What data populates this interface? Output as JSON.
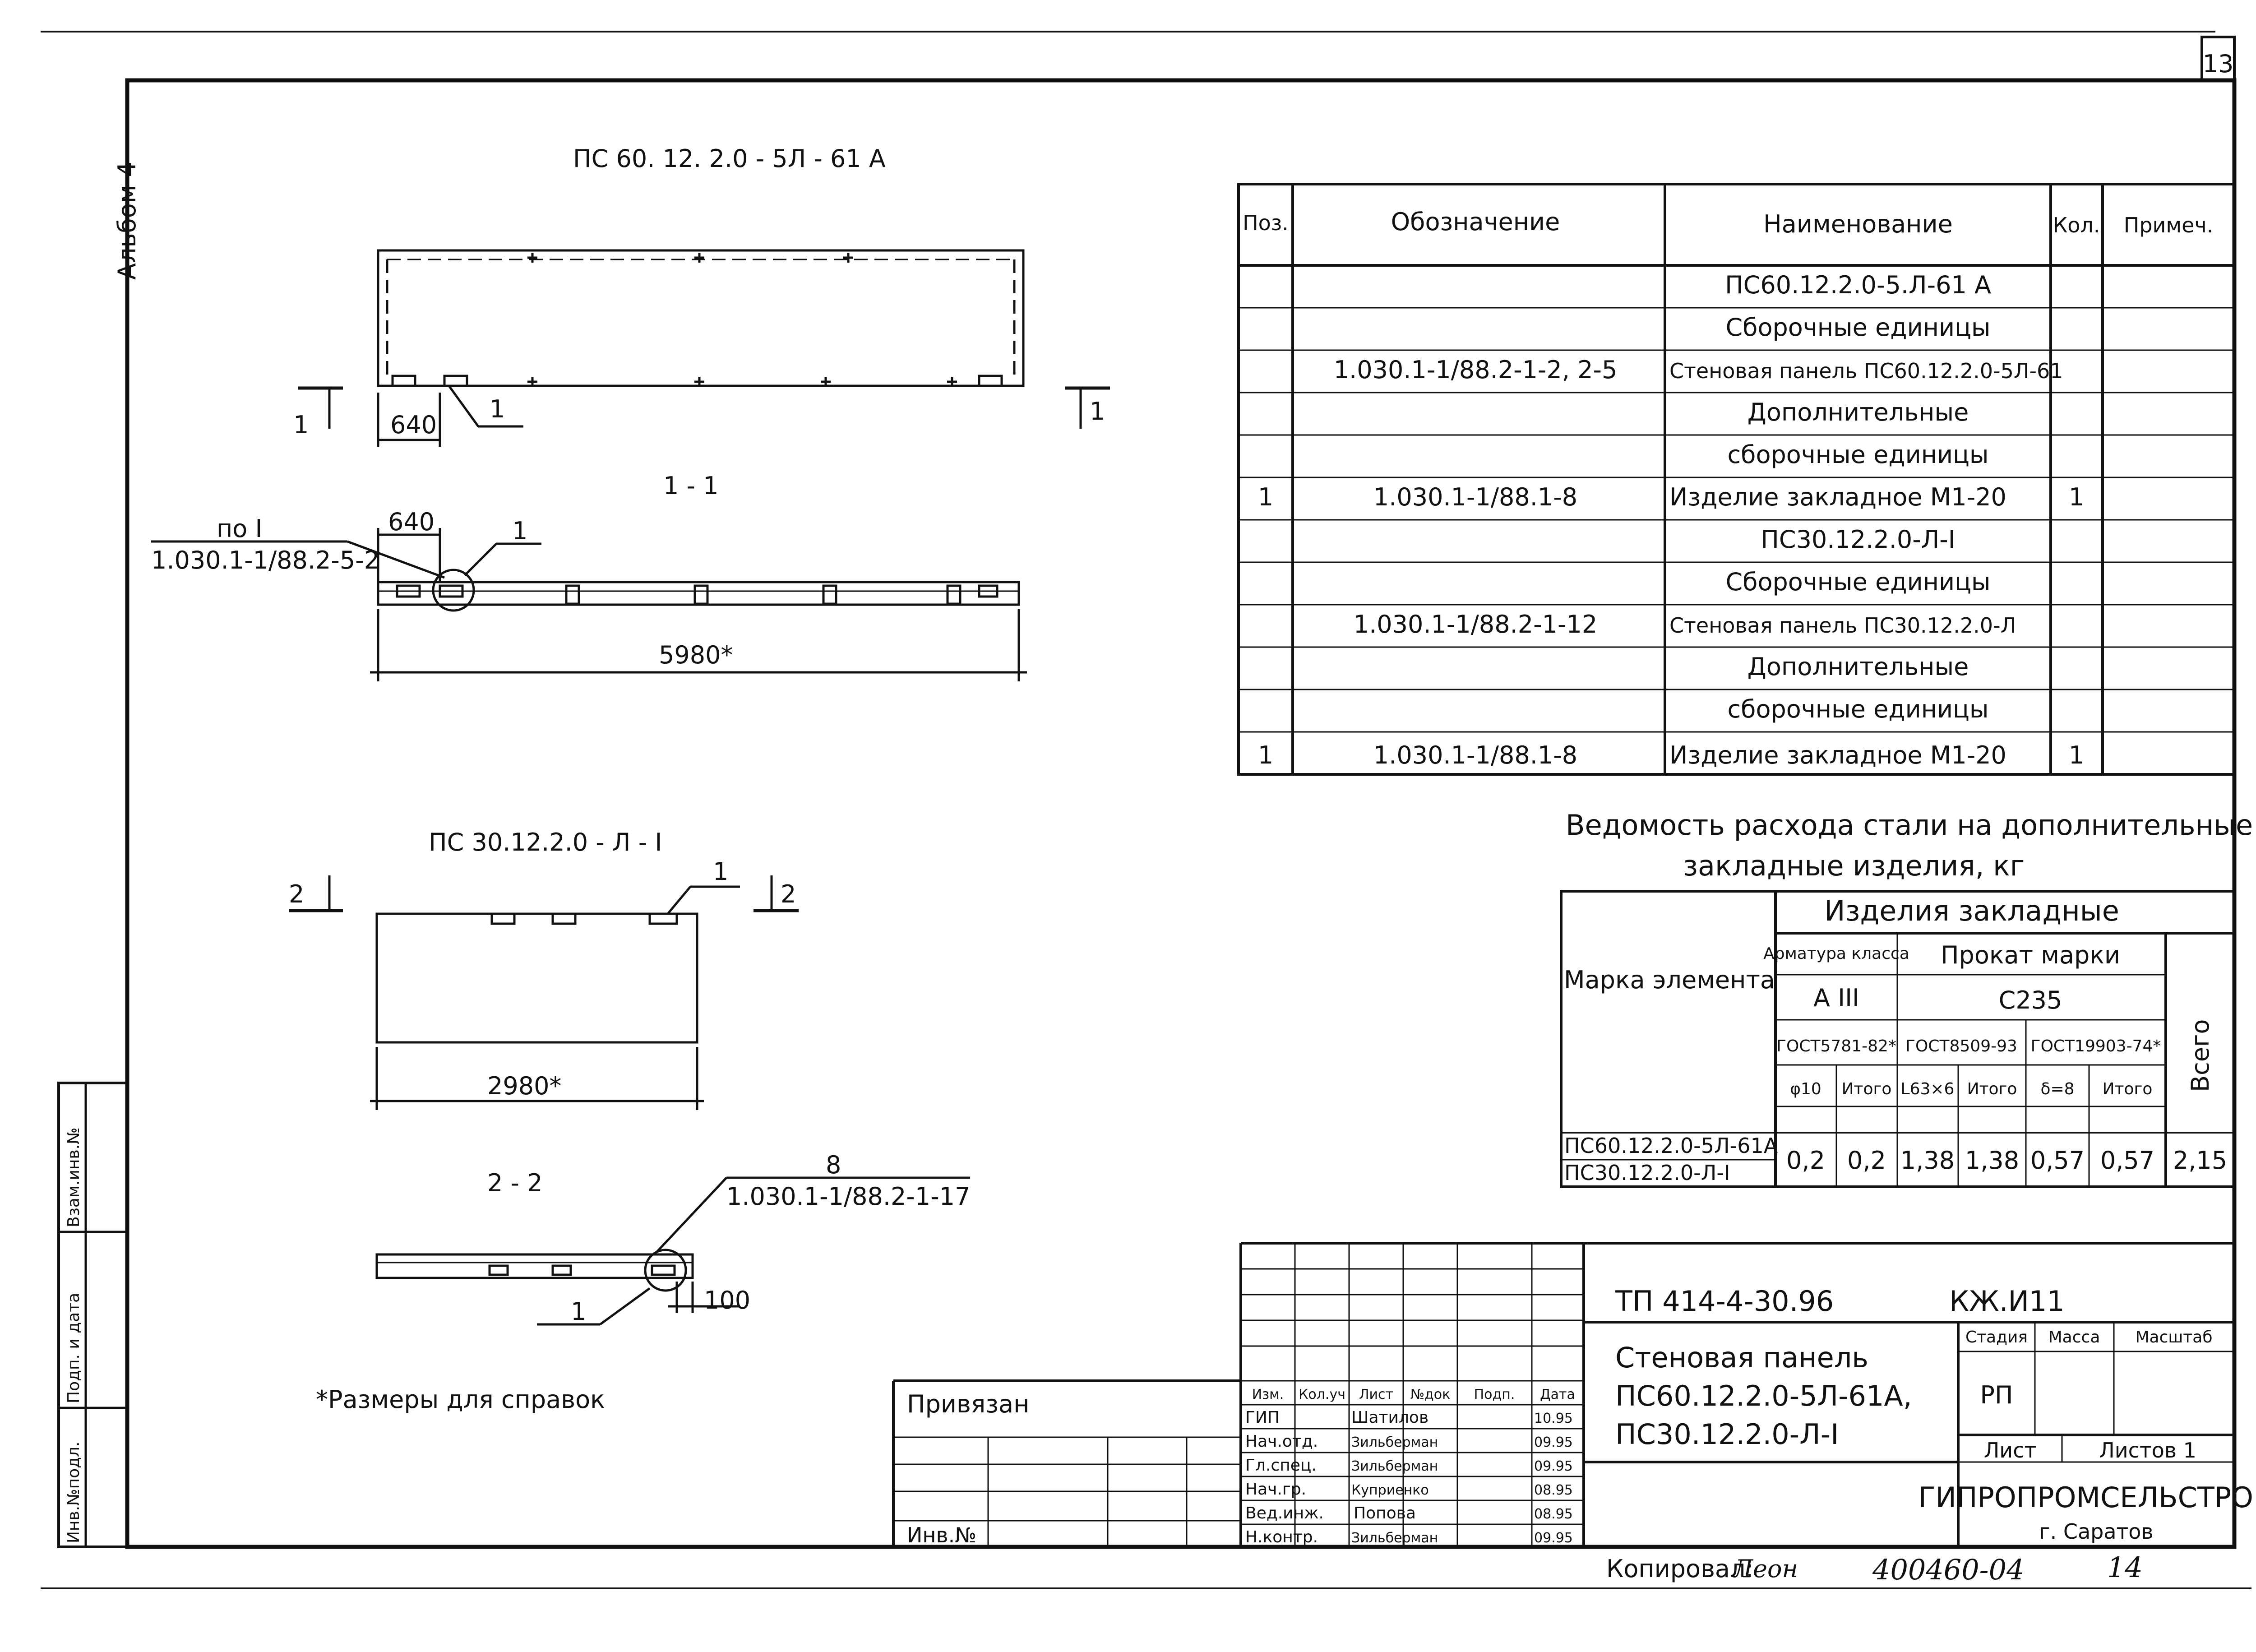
{
  "sheet": {
    "page_number": "13",
    "album": "Альбом 4"
  },
  "side_stamp": {
    "labels": [
      "Взам.инв.№",
      "Подп. и дата",
      "Инв.№подл."
    ]
  },
  "drawing1": {
    "title": "ПС 60. 12. 2.0 - 5Л - 61 А",
    "dim_640a": "640",
    "pos_marker": "1",
    "section_left": "1",
    "section_right": "1",
    "section_label": "1 - 1",
    "ref_top": "по I",
    "ref_bottom": "1.030.1-1/88.2-5-2",
    "dim_640b": "640",
    "pos_marker2": "1",
    "overall_length": "5980*"
  },
  "drawing2": {
    "title": "ПС 30.12.2.0 - Л - I",
    "section_left": "2",
    "section_right": "2",
    "pos_marker": "1",
    "overall_length": "2980*",
    "section_label": "2 - 2",
    "ref_number": "8",
    "ref_code": "1.030.1-1/88.2-1-17",
    "pos_marker2": "1",
    "dim_100": "100"
  },
  "footnote": "*Размеры для справок",
  "spec_table": {
    "headers": [
      "Поз.",
      "Обозначение",
      "Наименование",
      "Кол.",
      "Примеч."
    ],
    "rows": [
      [
        "",
        "",
        "ПС60.12.2.0-5.Л-61 А",
        "",
        ""
      ],
      [
        "",
        "",
        "Сборочные единицы",
        "",
        ""
      ],
      [
        "",
        "1.030.1-1/88.2-1-2, 2-5",
        "Стеновая панель ПС60.12.2.0-5Л-61",
        "",
        ""
      ],
      [
        "",
        "",
        "Дополнительные",
        "",
        ""
      ],
      [
        "",
        "",
        "сборочные единицы",
        "",
        ""
      ],
      [
        "1",
        "1.030.1-1/88.1-8",
        "Изделие закладное М1-20",
        "1",
        ""
      ],
      [
        "",
        "",
        "ПС30.12.2.0-Л-I",
        "",
        ""
      ],
      [
        "",
        "",
        "Сборочные единицы",
        "",
        ""
      ],
      [
        "",
        "1.030.1-1/88.2-1-12",
        "Стеновая панель ПС30.12.2.0-Л",
        "",
        ""
      ],
      [
        "",
        "",
        "Дополнительные",
        "",
        ""
      ],
      [
        "",
        "",
        "сборочные единицы",
        "",
        ""
      ],
      [
        "1",
        "1.030.1-1/88.1-8",
        "Изделие закладное М1-20",
        "1",
        ""
      ]
    ]
  },
  "steel_table": {
    "title_line1": "Ведомость расхода стали на дополнительные",
    "title_line2": "закладные изделия, кг",
    "col_mark": "Марка элемента",
    "group": "Изделия закладные",
    "armatura": "Арматура класса",
    "prokat": "Прокат марки",
    "a3": "А III",
    "c235": "С235",
    "gost1": "ГОСТ5781-82*",
    "gost2": "ГОСТ8509-93",
    "gost3": "ГОСТ19903-74*",
    "vsego": "Всего",
    "sub": [
      "φ10",
      "Итого",
      "L63×6",
      "Итого",
      "δ=8",
      "Итого"
    ],
    "marks": [
      "ПС60.12.2.0-5Л-61А",
      "ПС30.12.2.0-Л-I"
    ],
    "values": [
      "0,2",
      "0,2",
      "1,38",
      "1,38",
      "0,57",
      "0,57",
      "2,15"
    ]
  },
  "title_block": {
    "code": "ТП 414-4-30.96",
    "mark": "КЖ.И11",
    "name_line1": "Стеновая панель",
    "name_line2": "ПС60.12.2.0-5Л-61А,",
    "name_line3": "ПС30.12.2.0-Л-I",
    "stage_h": "Стадия",
    "mass_h": "Масса",
    "scale_h": "Масштаб",
    "stage": "РП",
    "sheet_h": "Лист",
    "sheets_h": "Листов 1",
    "org": "ГИПРОПРОМСЕЛЬСТРОЙ",
    "city": "г. Саратов",
    "col_heads": [
      "Изм.",
      "Кол.уч",
      "Лист",
      "№док",
      "Подп.",
      "Дата"
    ],
    "people": [
      [
        "ГИП",
        "Шатилов",
        "10.95"
      ],
      [
        "Нач.отд.",
        "Зильберман",
        "09.95"
      ],
      [
        "Гл.спец.",
        "Зильберман",
        "09.95"
      ],
      [
        "Нач.гр.",
        "Куприенко",
        "08.95"
      ],
      [
        "Вед.инж.",
        "Попова",
        "08.95"
      ],
      [
        "Н.контр.",
        "Зильберман",
        "09.95"
      ]
    ],
    "privyazan": "Привязан",
    "inv": "Инв.№"
  },
  "copy": {
    "label": "Копировал:",
    "signature": "Леон",
    "number": "400460-04",
    "sheet": "14"
  }
}
